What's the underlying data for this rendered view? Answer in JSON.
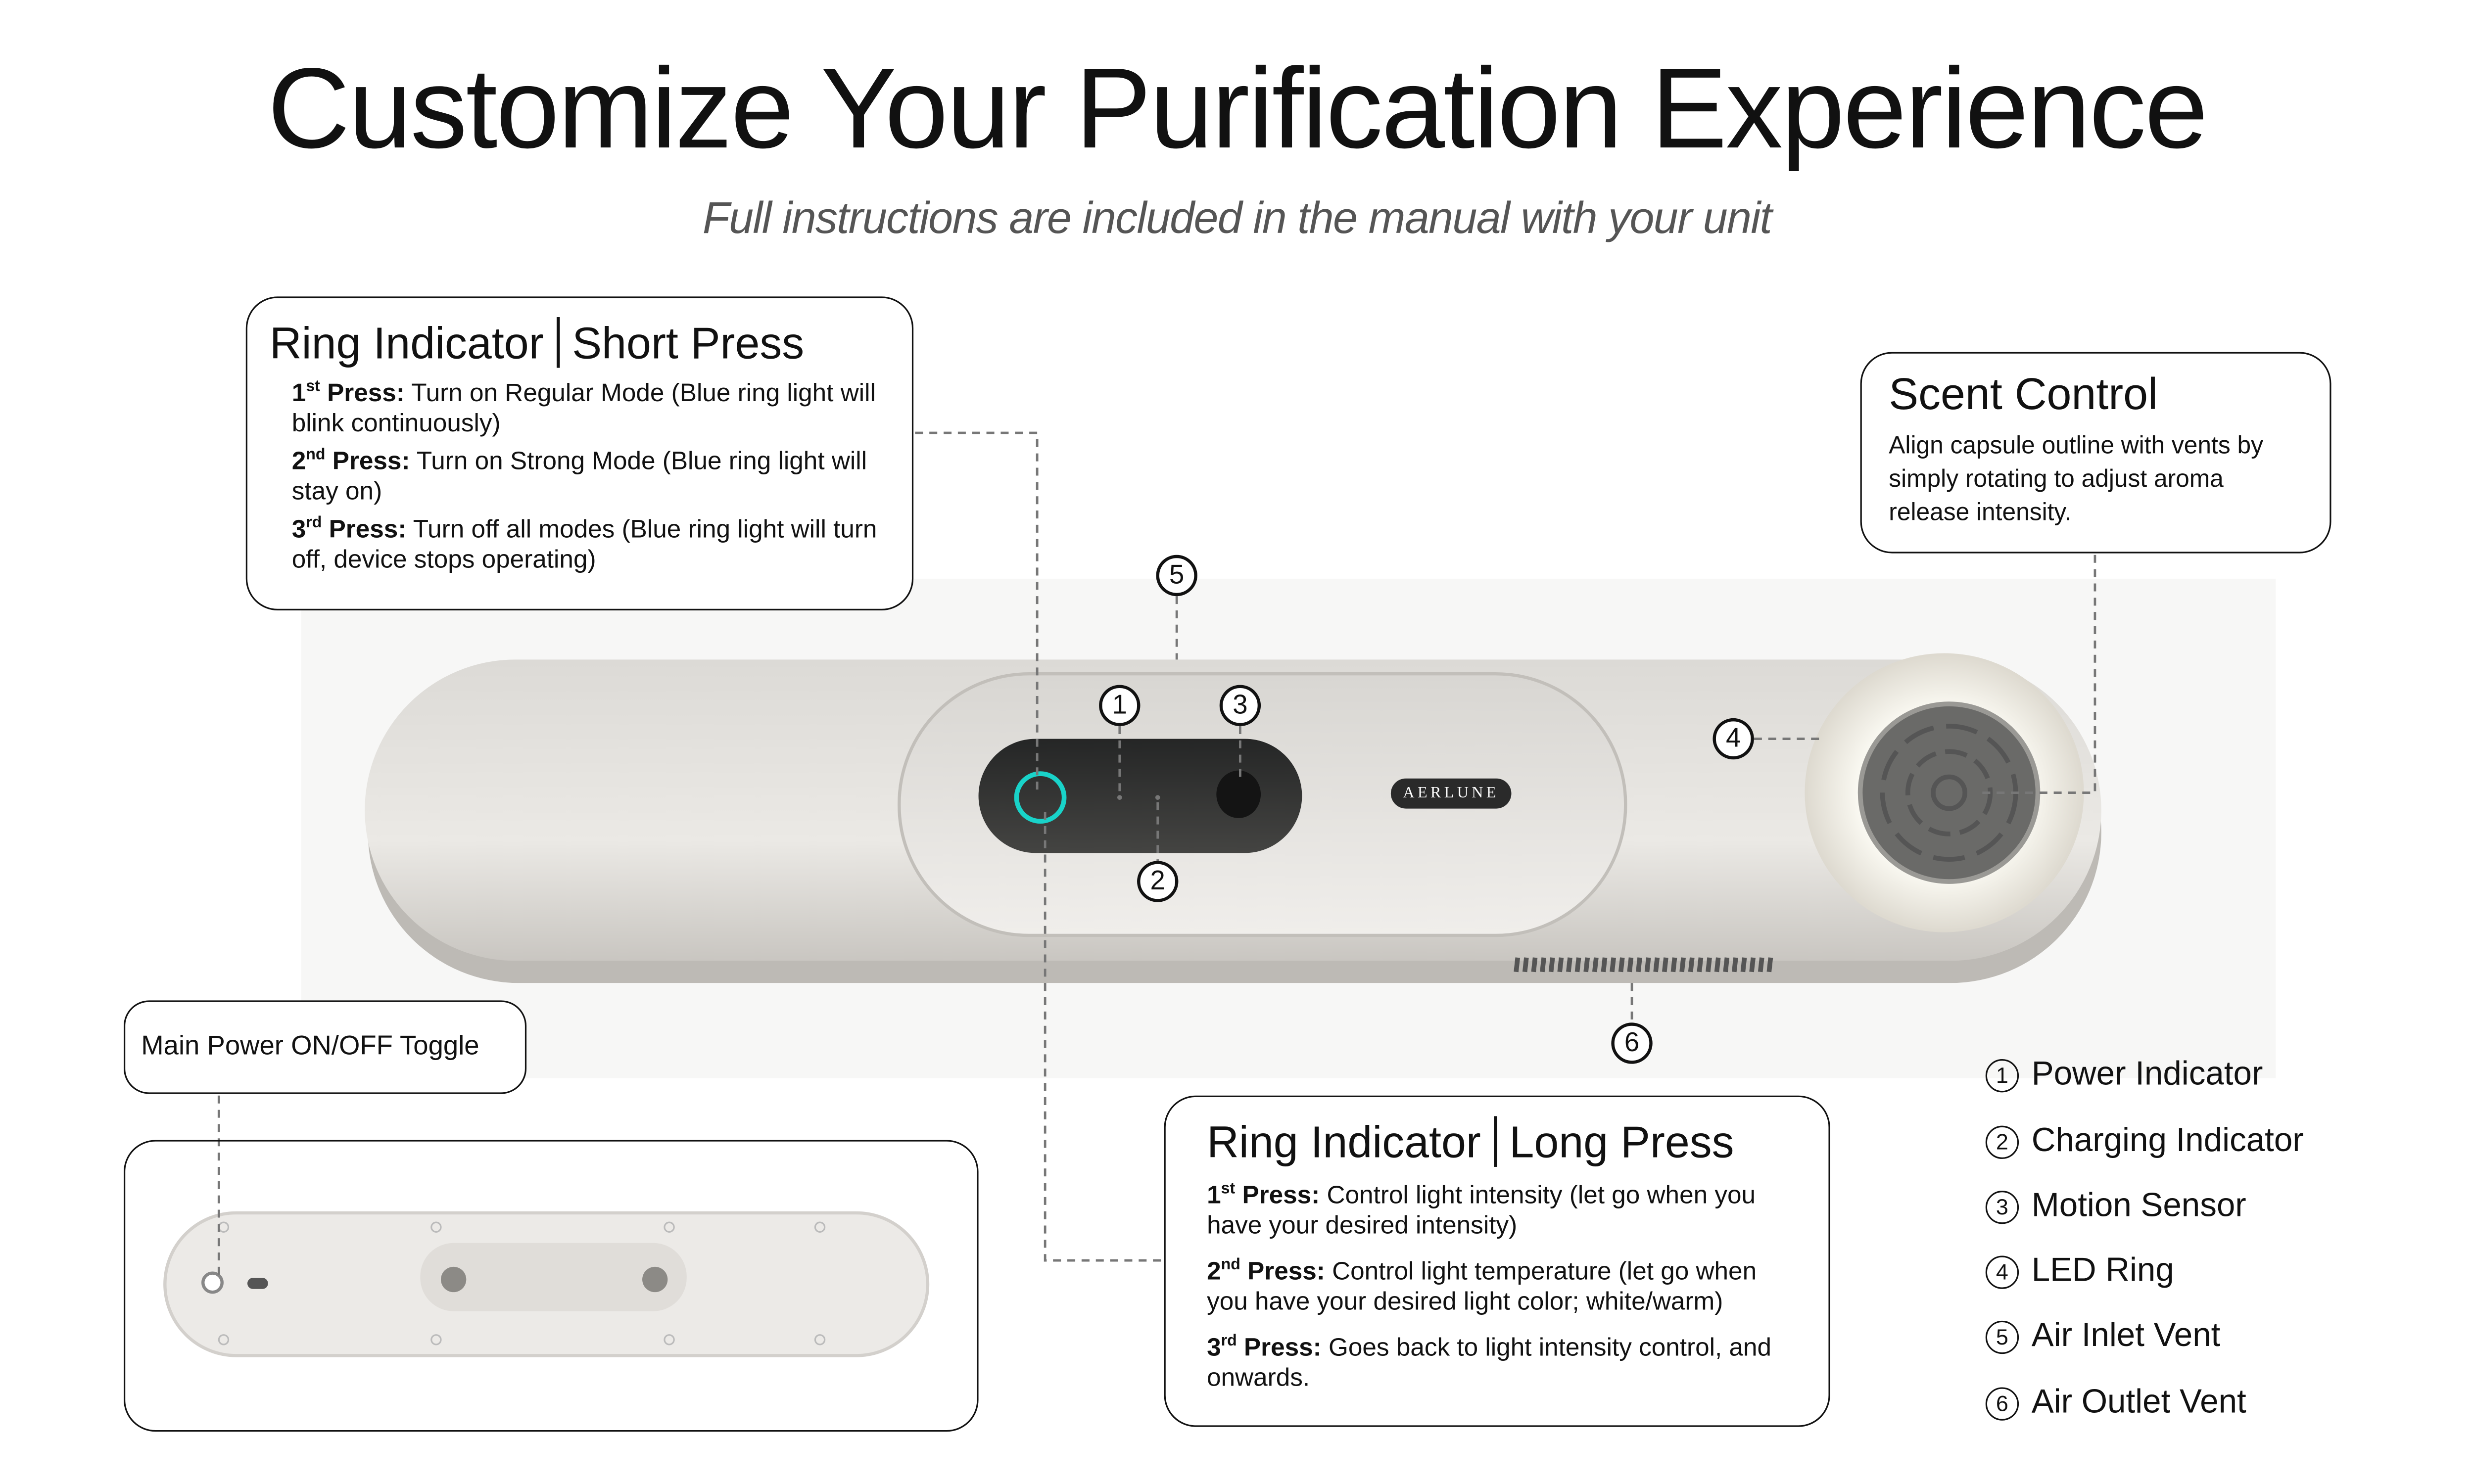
{
  "header": {
    "title": "Customize Your Purification Experience",
    "subtitle": "Full instructions are included in the manual with your unit"
  },
  "short_press": {
    "title_a": "Ring Indicator",
    "title_b": "Short Press",
    "items": [
      {
        "ord": "1",
        "sup": "st",
        "label": "Press:",
        "text": " Turn on Regular Mode (Blue ring light will blink continuously)"
      },
      {
        "ord": "2",
        "sup": "nd",
        "label": "Press:",
        "text": " Turn on Strong Mode (Blue ring light will stay on)"
      },
      {
        "ord": "3",
        "sup": "rd",
        "label": "Press:",
        "text": " Turn off all modes (Blue ring light will turn off, device stops operating)"
      }
    ]
  },
  "long_press": {
    "title_a": "Ring Indicator",
    "title_b": "Long Press",
    "items": [
      {
        "ord": "1",
        "sup": "st",
        "label": "Press:",
        "text": " Control light intensity (let go when you have your desired intensity)"
      },
      {
        "ord": "2",
        "sup": "nd",
        "label": "Press:",
        "text": " Control light temperature (let go when you have your desired light color; white/warm)"
      },
      {
        "ord": "3",
        "sup": "rd",
        "label": "Press:",
        "text": " Goes back to light intensity control, and onwards."
      }
    ]
  },
  "scent": {
    "title": "Scent Control",
    "text": "Align capsule outline with vents by simply rotating to adjust aroma release intensity."
  },
  "power": {
    "label": "Main Power ON/OFF Toggle"
  },
  "device": {
    "brand": "AERLUNE",
    "ring_color": "#19d3c9"
  },
  "markers": [
    "1",
    "2",
    "3",
    "4",
    "5",
    "6"
  ],
  "legend": [
    {
      "num": "1",
      "label": "Power Indicator"
    },
    {
      "num": "2",
      "label": "Charging Indicator"
    },
    {
      "num": "3",
      "label": "Motion Sensor"
    },
    {
      "num": "4",
      "label": "LED Ring"
    },
    {
      "num": "5",
      "label": "Air Inlet Vent"
    },
    {
      "num": "6",
      "label": "Air Outlet Vent"
    }
  ]
}
